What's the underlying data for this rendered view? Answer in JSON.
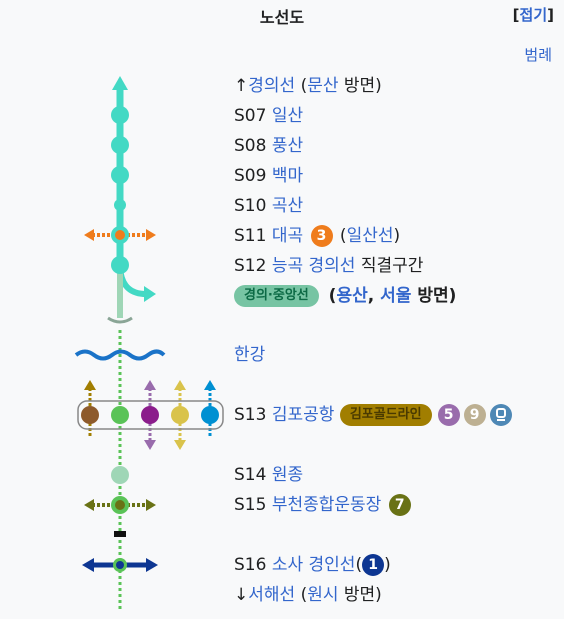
{
  "header": {
    "title": "노선도",
    "collapse_open": "[",
    "collapse_label": "접기",
    "collapse_close": "]"
  },
  "legend_label": "범례",
  "rows": {
    "r0": {
      "arrow": "↑",
      "line": "경의선",
      "pre": " (",
      "dest": "문산",
      "post": " 방면)"
    },
    "r1": {
      "code": "S07",
      "name": "일산"
    },
    "r2": {
      "code": "S08",
      "name": "풍산"
    },
    "r3": {
      "code": "S09",
      "name": "백마"
    },
    "r4": {
      "code": "S10",
      "name": "곡산"
    },
    "r5": {
      "code": "S11",
      "name": "대곡",
      "transfer_num": "3",
      "pre": " (",
      "line": "일산선",
      "post": ")"
    },
    "r6": {
      "code": "S12",
      "name": "능곡",
      "line": "경의선",
      "note": " 직결구간"
    },
    "r7": {
      "pill": "경의·중앙선",
      "pre": " (",
      "dest1": "용산",
      "sep": ", ",
      "dest2": "서울",
      "post": " 방면)"
    },
    "r8": {
      "river": "한강"
    },
    "r9": {
      "code": "S13",
      "name": "김포공항",
      "pill": "김포골드라인",
      "num1": "5",
      "num2": "9"
    },
    "r10": {
      "code": "S14",
      "name": "원종"
    },
    "r11": {
      "code": "S15",
      "name": "부천종합운동장",
      "transfer_num": "7"
    },
    "r12": {
      "code": "S16",
      "name": "소사",
      "line": "경인선",
      "open": "(",
      "transfer_num": "1",
      "close": ")"
    },
    "r13": {
      "arrow": "↓",
      "line": "서해선",
      "pre": " (",
      "dest": "원시",
      "post": " 방면)"
    }
  },
  "colors": {
    "gyeongui": "#43d9c4",
    "gyeongui_faded": "#9fd6b6",
    "seohae": "#5ac357",
    "line3": "#ef7c1c",
    "line5": "#996cac",
    "line9": "#bdb092",
    "line7": "#697215",
    "line1": "#0d3692",
    "airport": "#0090d2",
    "gimpo_gold": "#a17e00",
    "river": "#1a73c8"
  }
}
